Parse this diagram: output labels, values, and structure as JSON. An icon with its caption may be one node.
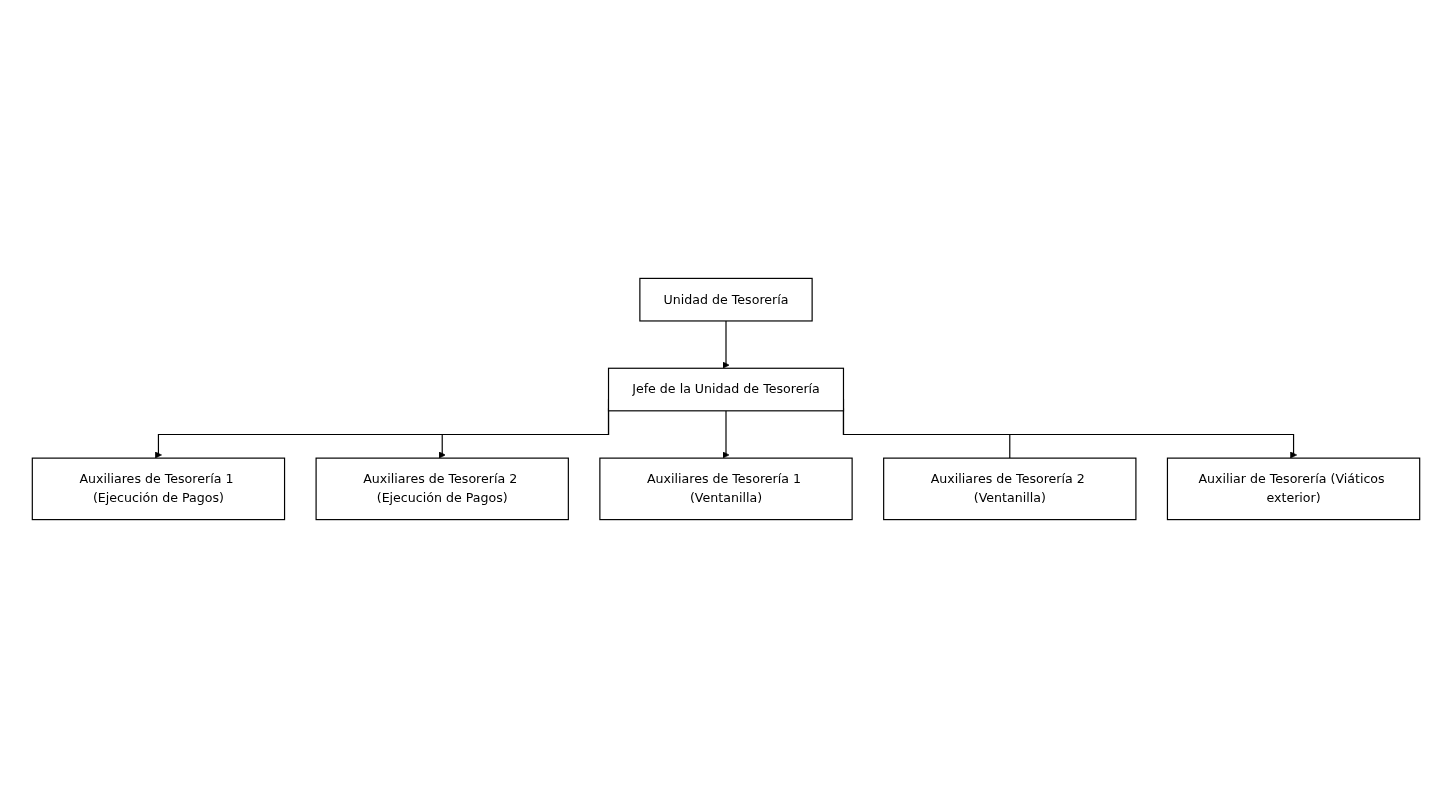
{
  "diagram": {
    "nodes": [
      {
        "text": [
          "Unidad de Tesorería"
        ]
      },
      {
        "text": [
          "Jefe de la Unidad de Tesorería"
        ]
      },
      {
        "text": [
          "Auxiliares de Tesorería 1 (Ejecución de Pagos)"
        ]
      },
      {
        "text": [
          "Auxiliares de Tesorería 2 (Ejecución de Pagos)"
        ]
      },
      {
        "text": [
          "Auxiliares de Tesorería 1 (Ventanilla)"
        ]
      },
      {
        "text": [
          "Auxiliares de Tesorería 2 (Ventanilla)"
        ]
      },
      {
        "text": [
          "Auxiliar de Tesorería (Viáticos exterior)"
        ]
      }
    ],
    "edges": [
      {
        "from": 0,
        "to": 1,
        "arrow": "to"
      },
      {
        "from": 1,
        "to": 2,
        "arrow": "to"
      },
      {
        "from": 1,
        "to": 3,
        "arrow": "to"
      },
      {
        "from": 1,
        "to": 4,
        "arrow": "to"
      },
      {
        "from": 1,
        "to": 5,
        "arrow": "none"
      },
      {
        "from": 1,
        "to": 6,
        "arrow": "to"
      }
    ]
  }
}
